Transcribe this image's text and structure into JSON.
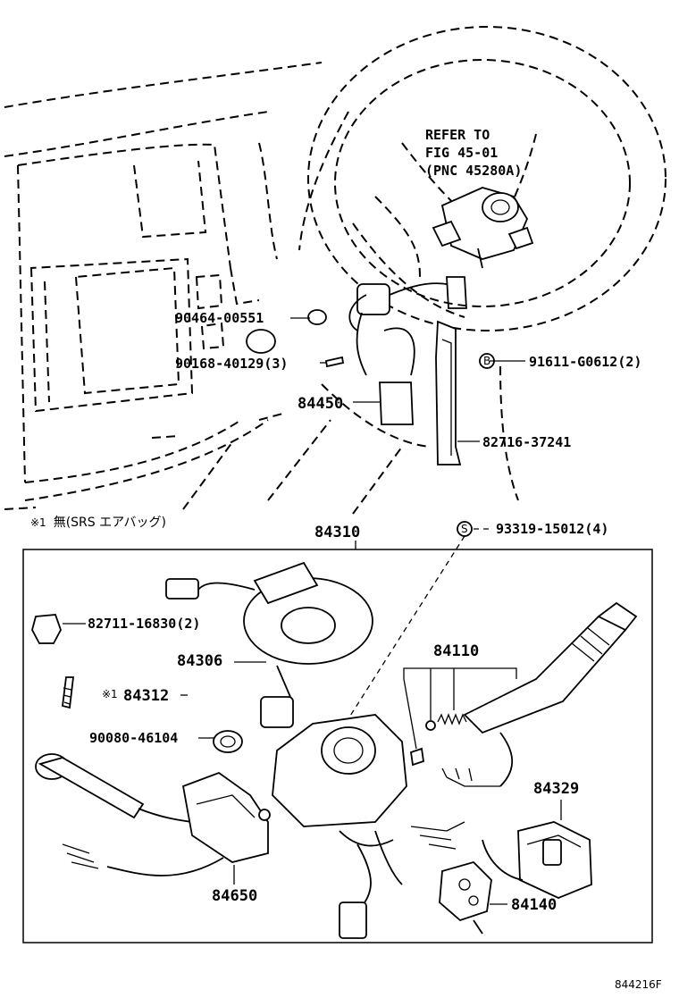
{
  "refer": {
    "line1": "REFER TO",
    "line2": "FIG 45-01",
    "line3": "(PNC 45280A)"
  },
  "labels": {
    "p90464": "90464-00551",
    "p90168": "90168-40129(3)",
    "p84450": "84450",
    "p91611": "91611-G0612(2)",
    "p82716": "82716-37241",
    "p84310": "84310",
    "p93319": "93319-15012(4)",
    "p82711": "82711-16830(2)",
    "p84306": "84306",
    "p84312": "84312",
    "p84110": "84110",
    "p90080": "90080-46104",
    "p84329": "84329",
    "p84650": "84650",
    "p84140": "84140"
  },
  "note": {
    "marker": "※1",
    "text": "無(SRS エアバッグ)"
  },
  "markers": {
    "b_symbol": "B",
    "s_symbol": "S",
    "star1": "※1"
  },
  "figure_code": "844216F"
}
